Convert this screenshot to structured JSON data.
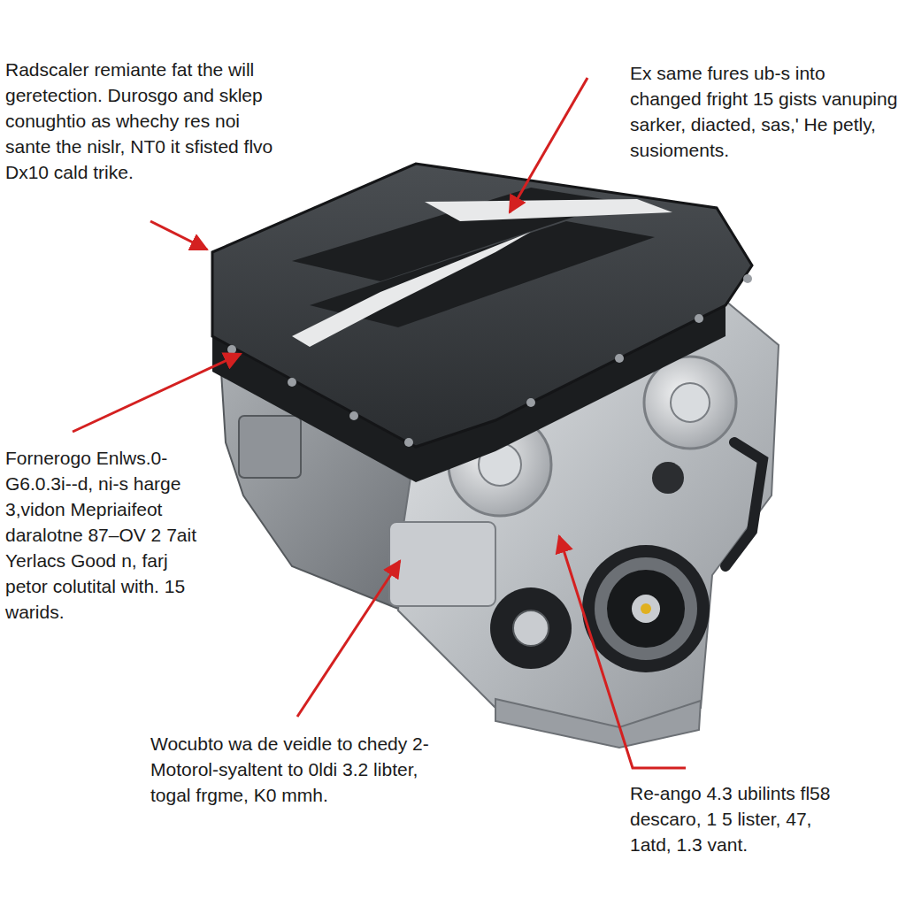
{
  "diagram": {
    "labels": [
      "Radscaler remiante fat the will geretection. Durosgo and sklep conughtio as whechy res noi sante the nislr, NT0 it sfisted flvo Dx10 cald trike.",
      "Ex same fures ub-s into changed fright 15 gists vanuping sarker, diacted, sas,' He petly, susioments.",
      "Fornerogo Enlws.0- G6.0.3i--d, ni-s harge 3,vidon Mepriaifeot daralotne 87–OV 2 7ait Yerlacs Good n, farj petor colutital with. 15 warids.",
      "Wocubto wa de veidle to chedy 2-Motorol-syaltent to 0ldi 3.2 libter, togal frgme, K0 mmh.",
      "Re-ango 4.3 ubilints fl58 descaro, 1 5 lister, 47, 1atd, 1.3 vant."
    ]
  }
}
